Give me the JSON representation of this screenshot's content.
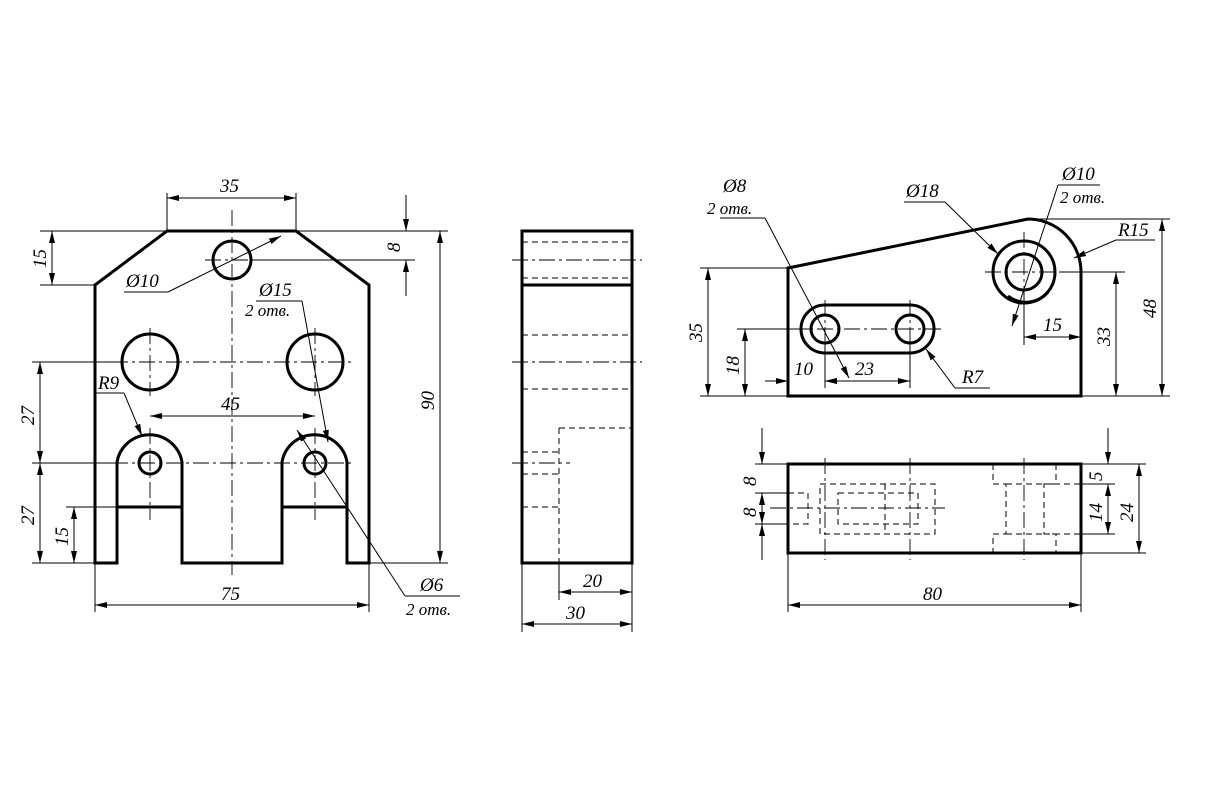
{
  "front_view": {
    "top_width": "35",
    "chamfer_height": "15",
    "top_hole_offset": "8",
    "total_height": "90",
    "top_hole_diameter": "Ø10",
    "large_holes_diameter": "Ø15",
    "large_holes_count": "2 отв.",
    "lower_spacing": "27",
    "upper_spacing": "27",
    "slot_radius": "R9",
    "hole_distance": "45",
    "slot_height": "15",
    "total_width": "75",
    "small_holes_diameter": "Ø6",
    "small_holes_count": "2 отв."
  },
  "side_view": {
    "inner_width": "20",
    "total_width": "30"
  },
  "right_view": {
    "slot_holes_diameter": "Ø8",
    "slot_holes_count": "2 отв.",
    "boss_diameter": "Ø18",
    "boss_hole_diameter": "Ø10",
    "boss_hole_count": "2 отв.",
    "boss_radius": "R15",
    "left_height": "35",
    "slot_height": "18",
    "slot_offset": "10",
    "slot_length": "23",
    "slot_radius": "R7",
    "boss_offset": "15",
    "boss_height": "33",
    "total_height": "48"
  },
  "bottom_view": {
    "left_upper": "8",
    "left_lower": "8",
    "right_top": "5",
    "right_middle": "14",
    "right_total": "24",
    "total_length": "80"
  }
}
